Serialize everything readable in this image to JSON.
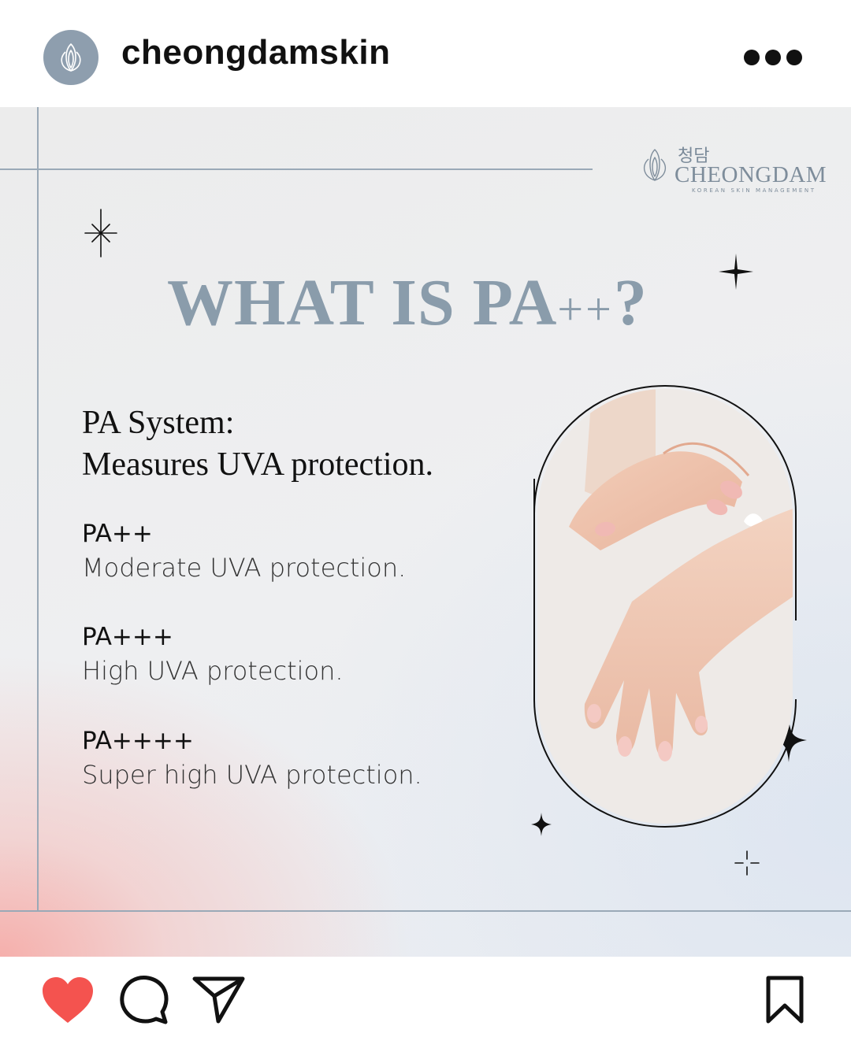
{
  "header": {
    "username": "cheongdamskin",
    "avatar_icon": "lotus-icon",
    "more_icon": "more-options-icon"
  },
  "post": {
    "brand": {
      "korean": "청담",
      "name": "CHEONGDAM",
      "tagline": "KOREAN SKIN MANAGEMENT"
    },
    "title_main": "WHAT IS PA",
    "title_plus": "++",
    "title_q": "?",
    "heading_line1": "PA System:",
    "heading_line2": "Measures UVA protection.",
    "items": [
      {
        "level": "PA++",
        "description": "Moderate UVA protection."
      },
      {
        "level": "PA+++",
        "description": "High UVA protection."
      },
      {
        "level": "PA++++",
        "description": "Super high UVA protection."
      }
    ],
    "colors": {
      "title": "#8a9cab",
      "frame_line": "#9aa9b7",
      "corner_blush": "#f6aca8"
    }
  },
  "actions": {
    "like_icon": "heart-icon",
    "liked": true,
    "like_color": "#f4534f",
    "comment_icon": "comment-icon",
    "share_icon": "paper-plane-icon",
    "save_icon": "bookmark-icon"
  }
}
